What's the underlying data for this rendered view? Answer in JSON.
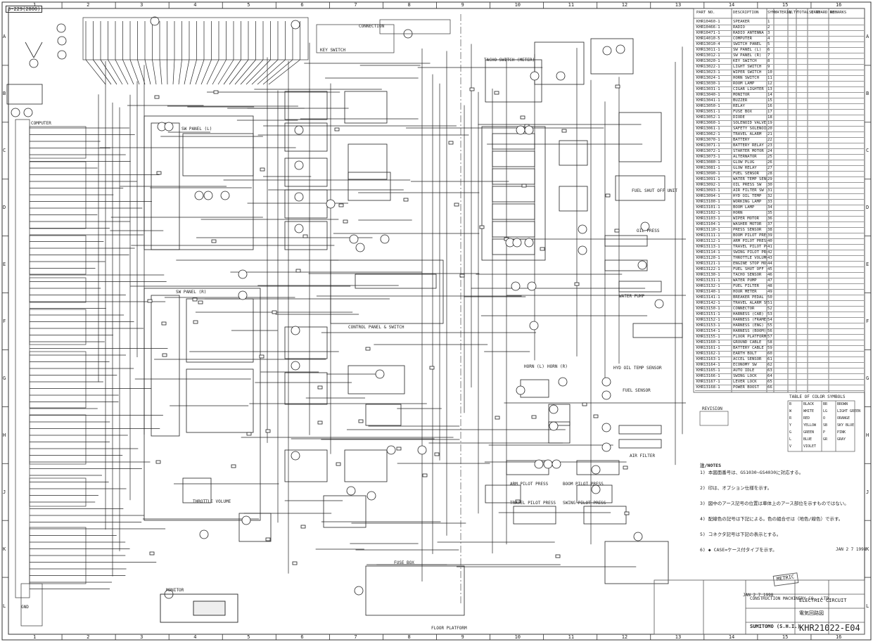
{
  "drawing": {
    "sheet_id": "3-229(2800)",
    "col_numbers": [
      "1",
      "2",
      "3",
      "4",
      "5",
      "6",
      "7",
      "8",
      "9",
      "10",
      "11",
      "12",
      "13",
      "14",
      "15",
      "16"
    ],
    "row_letters": [
      "A",
      "B",
      "C",
      "D",
      "E",
      "F",
      "G",
      "H",
      "J",
      "K",
      "L"
    ]
  },
  "bom": {
    "headers": [
      "PART NO.",
      "DESCRIPTION",
      "SYM.",
      "MATERIAL",
      "Q'TY",
      "TOTAL Q'TY",
      "STANDARD NO.",
      "REMARKS"
    ],
    "rows": [
      {
        "part": "KHR10460-1",
        "desc": "SPEAKER",
        "sym": "1"
      },
      {
        "part": "KHR10466-1",
        "desc": "RADIO",
        "sym": "2"
      },
      {
        "part": "KHR10471-1",
        "desc": "RADIO ANTENNA",
        "sym": "3"
      },
      {
        "part": "KHR14010-5",
        "desc": "COMPUTER",
        "sym": "4"
      },
      {
        "part": "KHR13010-4",
        "desc": "SWITCH PANEL",
        "sym": "5"
      },
      {
        "part": "KHR13011-1",
        "desc": "SW PANEL (L)",
        "sym": "6"
      },
      {
        "part": "KHR13012-1",
        "desc": "SW PANEL (R)",
        "sym": "7"
      },
      {
        "part": "KHR13020-1",
        "desc": "KEY SWITCH",
        "sym": "8"
      },
      {
        "part": "KHR13022-1",
        "desc": "LIGHT SWITCH",
        "sym": "9"
      },
      {
        "part": "KHR13023-1",
        "desc": "WIPER SWITCH",
        "sym": "10"
      },
      {
        "part": "KHR13024-1",
        "desc": "HORN SWITCH",
        "sym": "11"
      },
      {
        "part": "KHR13030-1",
        "desc": "ROOM LAMP",
        "sym": "12"
      },
      {
        "part": "KHR13031-1",
        "desc": "CIGAR LIGHTER",
        "sym": "13"
      },
      {
        "part": "KHR13040-1",
        "desc": "MONITOR",
        "sym": "14"
      },
      {
        "part": "KHR13041-1",
        "desc": "BUZZER",
        "sym": "15"
      },
      {
        "part": "KHR13050-1",
        "desc": "RELAY",
        "sym": "16"
      },
      {
        "part": "KHR13051-1",
        "desc": "FUSE BOX",
        "sym": "17"
      },
      {
        "part": "KHR13052-1",
        "desc": "DIODE",
        "sym": "18"
      },
      {
        "part": "KHR13060-1",
        "desc": "SOLENOID VALVE",
        "sym": "19"
      },
      {
        "part": "KHR13061-1",
        "desc": "SAFETY SOLENOID",
        "sym": "20"
      },
      {
        "part": "KHR13062-1",
        "desc": "TRAVEL ALARM",
        "sym": "21"
      },
      {
        "part": "KHR13070-1",
        "desc": "BATTERY",
        "sym": "22"
      },
      {
        "part": "KHR13071-1",
        "desc": "BATTERY RELAY",
        "sym": "23"
      },
      {
        "part": "KHR13072-1",
        "desc": "STARTER MOTOR",
        "sym": "24"
      },
      {
        "part": "KHR13073-1",
        "desc": "ALTERNATOR",
        "sym": "25"
      },
      {
        "part": "KHR13080-1",
        "desc": "GLOW PLUG",
        "sym": "26"
      },
      {
        "part": "KHR13081-1",
        "desc": "GLOW RELAY",
        "sym": "27"
      },
      {
        "part": "KHR13090-1",
        "desc": "FUEL SENSOR",
        "sym": "28"
      },
      {
        "part": "KHR13091-1",
        "desc": "WATER TEMP SENSOR",
        "sym": "29"
      },
      {
        "part": "KHR13092-1",
        "desc": "OIL PRESS SW",
        "sym": "30"
      },
      {
        "part": "KHR13093-1",
        "desc": "AIR FILTER SW",
        "sym": "31"
      },
      {
        "part": "KHR13094-1",
        "desc": "HYD OIL TEMP",
        "sym": "32"
      },
      {
        "part": "KHR13100-1",
        "desc": "WORKING LAMP",
        "sym": "33"
      },
      {
        "part": "KHR13101-1",
        "desc": "BOOM LAMP",
        "sym": "34"
      },
      {
        "part": "KHR13102-1",
        "desc": "HORN",
        "sym": "35"
      },
      {
        "part": "KHR13103-1",
        "desc": "WIPER MOTOR",
        "sym": "36"
      },
      {
        "part": "KHR13104-1",
        "desc": "WASHER MOTOR",
        "sym": "37"
      },
      {
        "part": "KHR13110-1",
        "desc": "PRESS SENSOR",
        "sym": "38"
      },
      {
        "part": "KHR13111-1",
        "desc": "BOOM PILOT PRESS",
        "sym": "39"
      },
      {
        "part": "KHR13112-1",
        "desc": "ARM PILOT PRESS",
        "sym": "40"
      },
      {
        "part": "KHR13113-1",
        "desc": "TRAVEL PILOT PRESS",
        "sym": "41"
      },
      {
        "part": "KHR13114-1",
        "desc": "SWING PILOT PRESS",
        "sym": "42"
      },
      {
        "part": "KHR13120-1",
        "desc": "THROTTLE VOLUME",
        "sym": "43"
      },
      {
        "part": "KHR13121-1",
        "desc": "ENGINE STOP MOTOR",
        "sym": "44"
      },
      {
        "part": "KHR13122-1",
        "desc": "FUEL SHUT OFF",
        "sym": "45"
      },
      {
        "part": "KHR13130-1",
        "desc": "TACHO SENSOR",
        "sym": "46"
      },
      {
        "part": "KHR13131-1",
        "desc": "WATER PUMP",
        "sym": "47"
      },
      {
        "part": "KHR13132-1",
        "desc": "FUEL FILTER",
        "sym": "48"
      },
      {
        "part": "KHR13140-1",
        "desc": "HOUR METER",
        "sym": "49"
      },
      {
        "part": "KHR13141-1",
        "desc": "BREAKER PEDAL",
        "sym": "50"
      },
      {
        "part": "KHR13142-1",
        "desc": "TRAVEL ALARM SW",
        "sym": "51"
      },
      {
        "part": "KHR13150-1",
        "desc": "CONNECTOR",
        "sym": "52"
      },
      {
        "part": "KHR13151-1",
        "desc": "HARNESS (CAB)",
        "sym": "53"
      },
      {
        "part": "KHR13152-1",
        "desc": "HARNESS (FRAME)",
        "sym": "54"
      },
      {
        "part": "KHR13153-1",
        "desc": "HARNESS (ENG)",
        "sym": "55"
      },
      {
        "part": "KHR13154-1",
        "desc": "HARNESS (BOOM)",
        "sym": "56"
      },
      {
        "part": "KHR13155-1",
        "desc": "FLOOR PLATFORM",
        "sym": "57"
      },
      {
        "part": "KHR13160-1",
        "desc": "GROUND CABLE",
        "sym": "58"
      },
      {
        "part": "KHR13161-1",
        "desc": "BATTERY CABLE",
        "sym": "59"
      },
      {
        "part": "KHR13162-1",
        "desc": "EARTH BOLT",
        "sym": "60"
      },
      {
        "part": "KHR13163-1",
        "desc": "ACCEL SENSOR",
        "sym": "61"
      },
      {
        "part": "KHR13164-1",
        "desc": "ECONOMY SW",
        "sym": "62"
      },
      {
        "part": "KHR13165-1",
        "desc": "AUTO IDLE",
        "sym": "63"
      },
      {
        "part": "KHR13166-1",
        "desc": "SWING LOCK",
        "sym": "64"
      },
      {
        "part": "KHR13167-1",
        "desc": "LEVER LOCK",
        "sym": "65"
      },
      {
        "part": "KHR13168-1",
        "desc": "POWER BOOST",
        "sym": "66"
      }
    ]
  },
  "color_table": {
    "title": "TABLE OF COLOR SYMBOLS",
    "rows": [
      [
        "B",
        "BLACK",
        "BR",
        "BROWN"
      ],
      [
        "W",
        "WHITE",
        "LG",
        "LIGHT GREEN"
      ],
      [
        "R",
        "RED",
        "O",
        "ORANGE"
      ],
      [
        "Y",
        "YELLOW",
        "SB",
        "SKY BLUE"
      ],
      [
        "G",
        "GREEN",
        "P",
        "PINK"
      ],
      [
        "L",
        "BLUE",
        "GR",
        "GRAY"
      ],
      [
        "V",
        "VIOLET",
        "",
        ""
      ]
    ]
  },
  "notes": {
    "title": "注/NOTES",
    "items": [
      "1) 本図面番号は、GS1030~GS4030に対応する。",
      "2) 印は、オプション仕様を示す。",
      "3) 図中のアース記号の位置は車体上のアース部位を示すものではない。",
      "4) 配線色の記号は下記による。色の組合せは（地色/線色）で示す。",
      "5) コネクタ記号は下記の表示とする。",
      "6) ◆ CASE=ケース付タイプを示す。"
    ]
  },
  "labels": {
    "computer": "COMPUTER",
    "monitor": "MONITOR",
    "floor_platform": "FLOOR PLATFORM",
    "ground": "GND",
    "fuse_box": "FUSE BOX",
    "control_panel": "CONTROL PANEL & SWITCH",
    "sw_panel_r": "SW PANEL (R)",
    "sw_panel_l": "SW PANEL (L)",
    "connection": "CONNECTION",
    "key_switch": "KEY SWITCH",
    "tacho_sensor": "TACHO SWITCH (METER)",
    "water_pump": "WATER PUMP",
    "fuel_shutoff": "FUEL SHUT OFF UNIT",
    "oil_press": "OIL PRESS",
    "hyd_oil_temp": "HYD OIL TEMP SENSOR",
    "fuel_sensor": "FUEL SENSOR",
    "air_filter": "AIR FILTER",
    "horn_l": "HORN (L)",
    "horn_r": "HORN (R)",
    "boom_pilot": "BOOM PILOT PRESS",
    "arm_pilot": "ARM PILOT PRESS",
    "travel_pilot": "TRAVEL PILOT PRESS",
    "swing_pilot": "SWING PILOT PRESS",
    "throttle": "THROTTLE VOLUME",
    "revision": "REVISION",
    "date_stamp_1": "JAN 2 7 1998",
    "date_stamp_2": "JAN 2 7 1998",
    "metric_stamp": "METRIC",
    "company": "SUMITOMO (S.H.I.)",
    "company_sub": "CONSTRUCTION MACHINERY CO., LTD.",
    "title_line1": "ELECTRIC CIRCUIT",
    "title_line2": "電気回路図",
    "drawing_number": "KHR21022-E04"
  }
}
